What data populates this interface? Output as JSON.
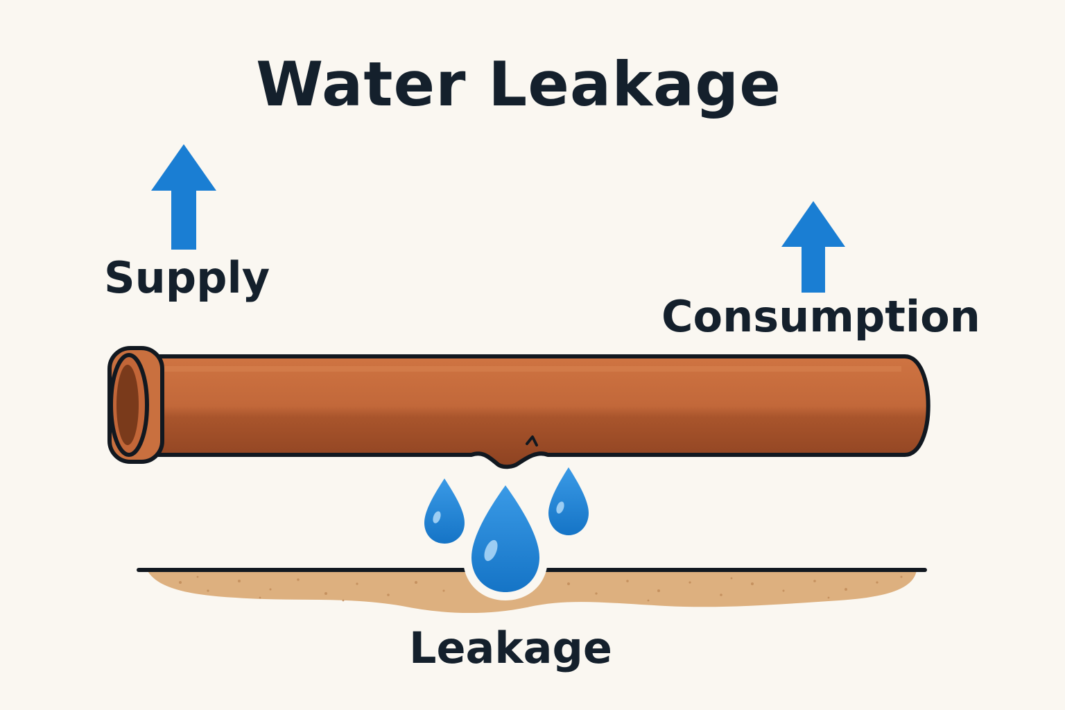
{
  "diagram": {
    "title": "Water Leakage",
    "labels": {
      "supply": "Supply",
      "consumption": "Consumption",
      "leakage": "Leakage"
    }
  },
  "colors": {
    "background": "#faf7f1",
    "text": "#14202c",
    "arrow": "#1a7ed3",
    "pipe": "#c0683a",
    "pipe_dark": "#8e4220",
    "water": "#1e84d4",
    "soil": "#ddb07f",
    "outline": "#111820"
  },
  "icons": {
    "supply_arrow": "arrow-up-icon",
    "consumption_arrow": "arrow-up-icon",
    "drops": "water-drop-icon"
  }
}
